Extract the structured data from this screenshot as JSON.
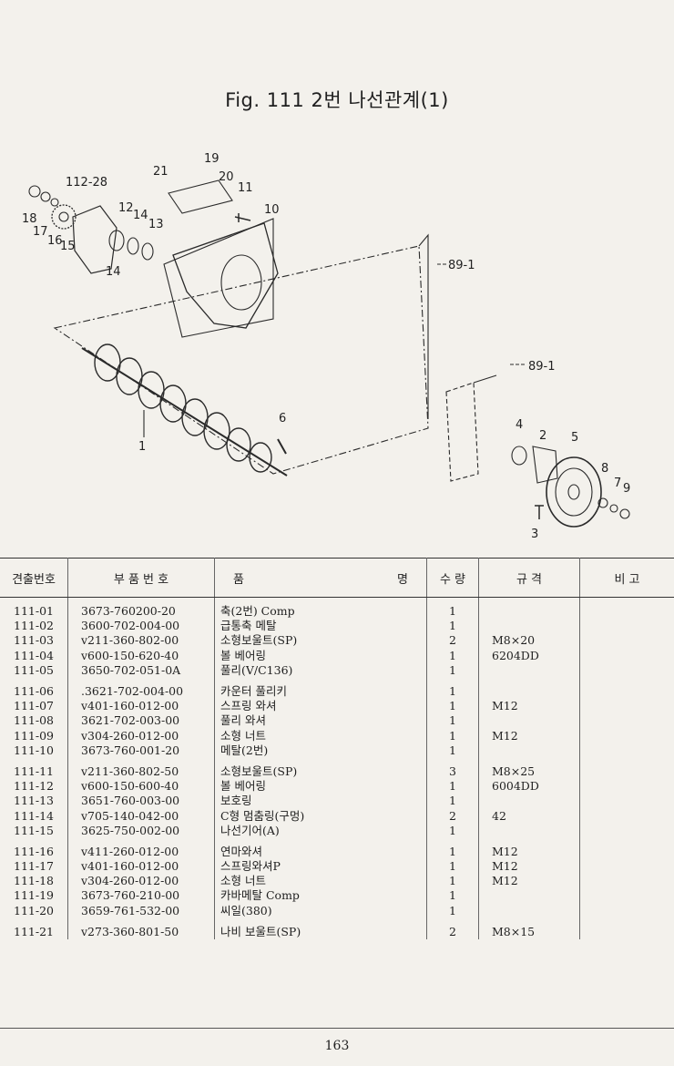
{
  "title": "Fig. 111  2번 나선관계(1)",
  "callouts": {
    "c1": "1",
    "c2": "2",
    "c3": "3",
    "c4": "4",
    "c5": "5",
    "c6": "6",
    "c7": "7",
    "c8": "8",
    "c9": "9",
    "c10": "10",
    "c11": "11",
    "c12": "12",
    "c13": "13",
    "c14a": "14",
    "c14b": "14",
    "c15": "15",
    "c16": "16",
    "c17": "17",
    "c18": "18",
    "c19": "19",
    "c20": "20",
    "c21": "21",
    "c28": "112-28",
    "c89a": "89-1",
    "c89b": "89-1"
  },
  "table": {
    "headers": {
      "no": "견출번호",
      "part": "부 품 번 호",
      "name_left": "품",
      "name_right": "명",
      "qty": "수 량",
      "spec": "규 격",
      "note": "비 고"
    },
    "rows": [
      {
        "no": "111-01",
        "part": "3673-760200-20",
        "name": "축(2번) Comp",
        "qty": "1",
        "spec": ""
      },
      {
        "no": "111-02",
        "part": "3600-702-004-00",
        "name": "급통축 메탈",
        "qty": "1",
        "spec": ""
      },
      {
        "no": "111-03",
        "part": "v211-360-802-00",
        "name": "소형보울트(SP)",
        "qty": "2",
        "spec": "M8×20"
      },
      {
        "no": "111-04",
        "part": "v600-150-620-40",
        "name": "볼 베어링",
        "qty": "1",
        "spec": "6204DD"
      },
      {
        "no": "111-05",
        "part": "3650-702-051-0A",
        "name": "풀리(V/C136)",
        "qty": "1",
        "spec": ""
      },
      {
        "no": "111-06",
        "part": ".3621-702-004-00",
        "name": "카운터 풀리키",
        "qty": "1",
        "spec": ""
      },
      {
        "no": "111-07",
        "part": "v401-160-012-00",
        "name": "스프링 와셔",
        "qty": "1",
        "spec": "M12"
      },
      {
        "no": "111-08",
        "part": "3621-702-003-00",
        "name": "풀리 와셔",
        "qty": "1",
        "spec": ""
      },
      {
        "no": "111-09",
        "part": "v304-260-012-00",
        "name": "소형 너트",
        "qty": "1",
        "spec": "M12"
      },
      {
        "no": "111-10",
        "part": "3673-760-001-20",
        "name": "메탈(2번)",
        "qty": "1",
        "spec": ""
      },
      {
        "no": "111-11",
        "part": "v211-360-802-50",
        "name": "소형보울트(SP)",
        "qty": "3",
        "spec": "M8×25"
      },
      {
        "no": "111-12",
        "part": "v600-150-600-40",
        "name": "볼 베어링",
        "qty": "1",
        "spec": "6004DD"
      },
      {
        "no": "111-13",
        "part": "3651-760-003-00",
        "name": "보호링",
        "qty": "1",
        "spec": ""
      },
      {
        "no": "111-14",
        "part": "v705-140-042-00",
        "name": "C형 멈춤링(구멍)",
        "qty": "2",
        "spec": "42"
      },
      {
        "no": "111-15",
        "part": "3625-750-002-00",
        "name": "나선기어(A)",
        "qty": "1",
        "spec": ""
      },
      {
        "no": "111-16",
        "part": "v411-260-012-00",
        "name": "연마와셔",
        "qty": "1",
        "spec": "M12"
      },
      {
        "no": "111-17",
        "part": "v401-160-012-00",
        "name": "스프링와셔P",
        "qty": "1",
        "spec": "M12"
      },
      {
        "no": "111-18",
        "part": "v304-260-012-00",
        "name": "소형 너트",
        "qty": "1",
        "spec": "M12"
      },
      {
        "no": "111-19",
        "part": "3673-760-210-00",
        "name": "카바메탈 Comp",
        "qty": "1",
        "spec": ""
      },
      {
        "no": "111-20",
        "part": "3659-761-532-00",
        "name": "씨일(380)",
        "qty": "1",
        "spec": ""
      },
      {
        "no": "111-21",
        "part": "v273-360-801-50",
        "name": "나비 보울트(SP)",
        "qty": "2",
        "spec": "M8×15"
      }
    ]
  },
  "page_number": "163"
}
